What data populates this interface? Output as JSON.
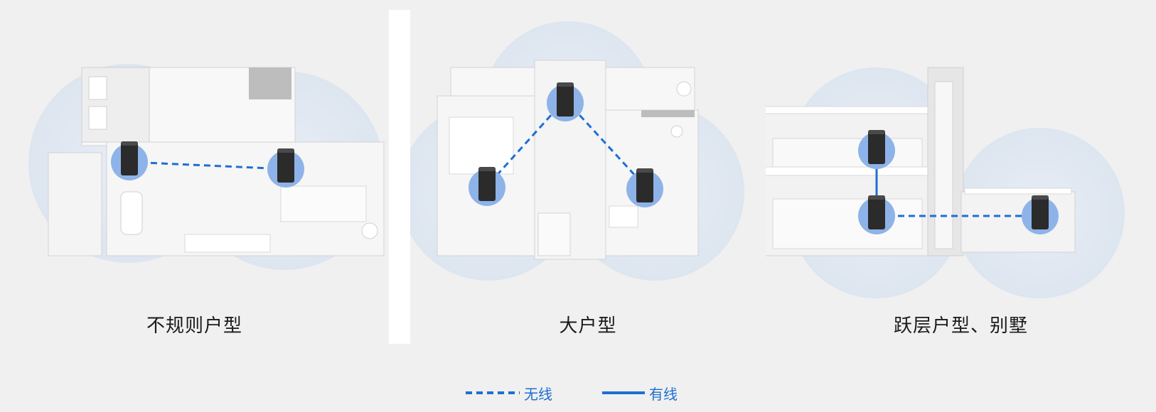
{
  "panels": [
    {
      "caption": "不规则户型"
    },
    {
      "caption": "大户型"
    },
    {
      "caption": "跃层户型、别墅"
    }
  ],
  "legend": {
    "wireless_label": "无线",
    "wired_label": "有线"
  },
  "colors": {
    "link": "#1f6fd1",
    "router_halo": "#8eb3e8",
    "router_body": "#2b2b2b",
    "coverage": "#dde6f2",
    "background": "#f0f0f0"
  },
  "icons": [
    "mesh-router-icon"
  ]
}
